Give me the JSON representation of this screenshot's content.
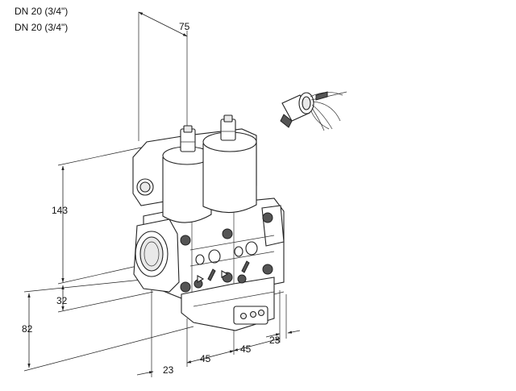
{
  "header": {
    "line1": "DN 20 (3/4\")",
    "line2": "DN 20 (3/4\")"
  },
  "dimensions": {
    "top": "75",
    "height_main": "143",
    "height_port": "32",
    "height_total": "82",
    "width_left": "23",
    "width_mid1": "45",
    "width_mid2": "45",
    "width_right": "23"
  },
  "icons": [
    "valve-body-drawing",
    "solenoid-coil-icon",
    "cable-connector-icon"
  ]
}
